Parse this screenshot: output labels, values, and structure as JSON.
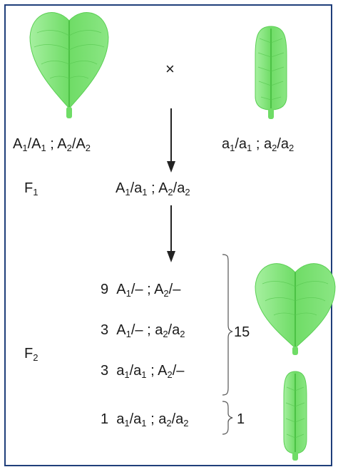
{
  "cross": {
    "symbol": "×",
    "parent_left": {
      "leaf": "heart-shaped-leaf",
      "genotype": [
        [
          "A",
          "1"
        ],
        [
          "/",
          ""
        ],
        [
          "A",
          "1"
        ],
        [
          " ; ",
          ""
        ],
        [
          "A",
          "2"
        ],
        [
          "/",
          ""
        ],
        [
          "A",
          "2"
        ]
      ]
    },
    "parent_right": {
      "leaf": "narrow-leaf",
      "genotype": [
        [
          "a",
          "1"
        ],
        [
          "/",
          ""
        ],
        [
          "a",
          "1"
        ],
        [
          " ; ",
          ""
        ],
        [
          "a",
          "2"
        ],
        [
          "/",
          ""
        ],
        [
          "a",
          "2"
        ]
      ]
    }
  },
  "f1": {
    "label": [
      [
        "F",
        "1"
      ]
    ],
    "genotype": [
      [
        "A",
        "1"
      ],
      [
        "/",
        ""
      ],
      [
        "a",
        "1"
      ],
      [
        " ; ",
        ""
      ],
      [
        "A",
        "2"
      ],
      [
        "/",
        ""
      ],
      [
        "a",
        "2"
      ]
    ]
  },
  "f2": {
    "label": [
      [
        "F",
        "2"
      ]
    ],
    "classes": [
      {
        "count": "9",
        "genotype": [
          [
            "A",
            "1"
          ],
          [
            "/– ; ",
            ""
          ],
          [
            "A",
            "2"
          ],
          [
            "/–",
            ""
          ]
        ]
      },
      {
        "count": "3",
        "genotype": [
          [
            "A",
            "1"
          ],
          [
            "/– ; ",
            ""
          ],
          [
            "a",
            "2"
          ],
          [
            "/",
            ""
          ],
          [
            "a",
            "2"
          ]
        ]
      },
      {
        "count": "3",
        "genotype": [
          [
            "a",
            "1"
          ],
          [
            "/",
            ""
          ],
          [
            "a",
            "1"
          ],
          [
            " ; ",
            ""
          ],
          [
            "A",
            "2"
          ],
          [
            "/–",
            ""
          ]
        ]
      },
      {
        "count": "1",
        "genotype": [
          [
            "a",
            "1"
          ],
          [
            "/",
            ""
          ],
          [
            "a",
            "1"
          ],
          [
            " ; ",
            ""
          ],
          [
            "a",
            "2"
          ],
          [
            "/",
            ""
          ],
          [
            "a",
            "2"
          ]
        ]
      }
    ],
    "group_totals": [
      "15",
      "1"
    ],
    "group_leaves": [
      "heart-shaped-leaf",
      "narrow-leaf"
    ]
  },
  "colors": {
    "leaf_fill": "#6fdc66",
    "leaf_light": "#a6f0a0",
    "leaf_vein": "#4cc245",
    "frame": "#1f3e7a",
    "arrow": "#222222",
    "brace": "#555555"
  }
}
